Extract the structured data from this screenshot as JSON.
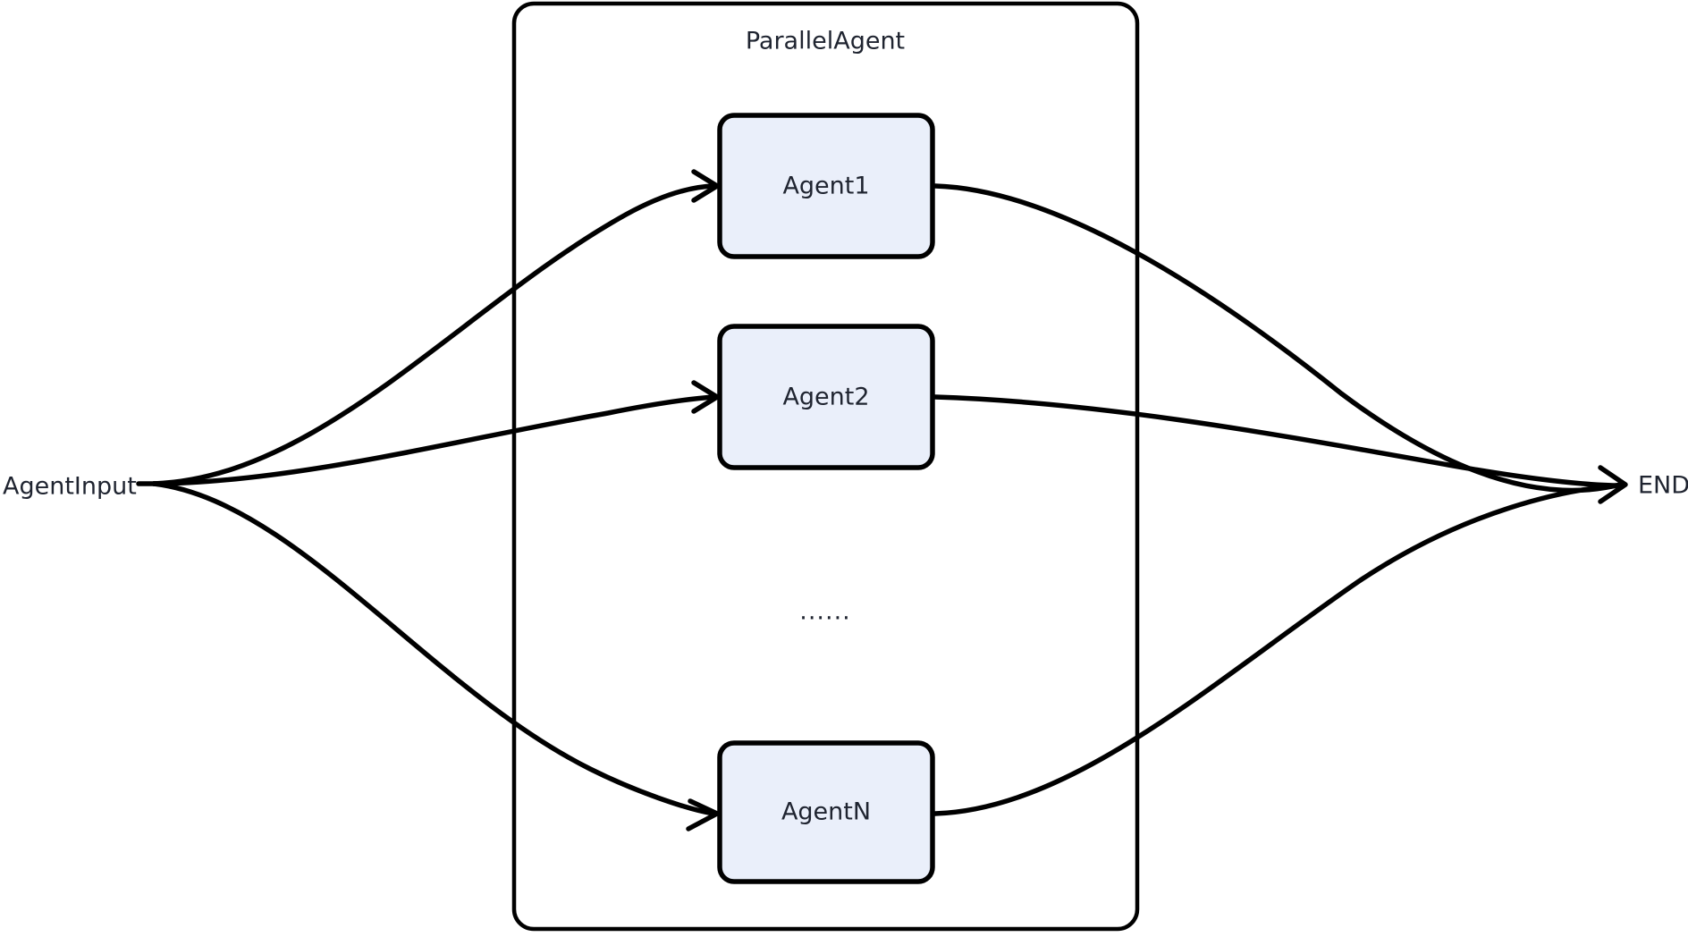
{
  "diagram": {
    "type": "flow-diagram",
    "background_color": "#ffffff",
    "stroke_color": "#000000",
    "text_color": "#1f2430",
    "node_fill_color": "#eaeffa",
    "container": {
      "title": "ParallelAgent"
    },
    "input_node": {
      "label": "AgentInput"
    },
    "output_node": {
      "label": "END"
    },
    "agents": [
      {
        "label": "Agent1"
      },
      {
        "label": "Agent2"
      },
      {
        "label": "AgentN"
      }
    ],
    "ellipsis": {
      "label": "......"
    },
    "edges": [
      {
        "from": "AgentInput",
        "to": "Agent1"
      },
      {
        "from": "AgentInput",
        "to": "Agent2"
      },
      {
        "from": "AgentInput",
        "to": "AgentN"
      },
      {
        "from": "Agent1",
        "to": "END"
      },
      {
        "from": "Agent2",
        "to": "END"
      },
      {
        "from": "AgentN",
        "to": "END"
      }
    ]
  }
}
